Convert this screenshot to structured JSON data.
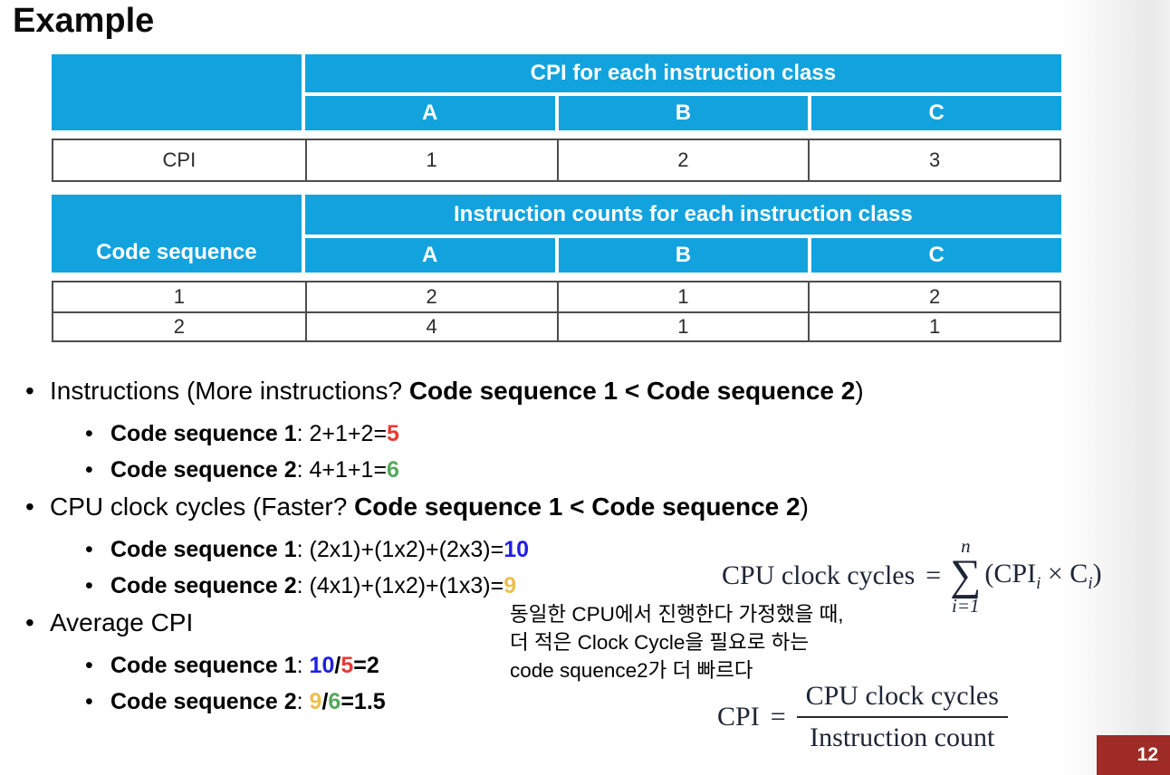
{
  "title": "Example",
  "cpi_table": {
    "span_header": "CPI for each instruction class",
    "col_headers": [
      "A",
      "B",
      "C"
    ],
    "row_label": "CPI",
    "values": [
      "1",
      "2",
      "3"
    ]
  },
  "counts_table": {
    "span_header": "Instruction counts for each instruction class",
    "left_header": "Code sequence",
    "col_headers": [
      "A",
      "B",
      "C"
    ],
    "rows": [
      {
        "label": "1",
        "values": [
          "2",
          "1",
          "2"
        ]
      },
      {
        "label": "2",
        "values": [
          "4",
          "1",
          "1"
        ]
      }
    ]
  },
  "bullets": {
    "b1": {
      "pre": "Instructions (More instructions? ",
      "bold": "Code sequence 1 < Code sequence 2",
      "post": ")"
    },
    "b1_s1": {
      "bold": "Code sequence 1",
      "mid": ": 2+1+2=",
      "result": "5"
    },
    "b1_s2": {
      "bold": "Code sequence 2",
      "mid": ": 4+1+1=",
      "result": "6"
    },
    "b2": {
      "pre": "CPU clock cycles (Faster? ",
      "bold": "Code sequence 1 < Code sequence 2",
      "post": ")"
    },
    "b2_s1": {
      "bold": "Code sequence 1",
      "mid": ": (2x1)+(1x2)+(2x3)=",
      "result": "10"
    },
    "b2_s2": {
      "bold": "Code sequence 2",
      "mid": ": (4x1)+(1x2)+(1x3)=",
      "result": "9"
    },
    "b3": {
      "pre": "Average CPI"
    },
    "b3_s1": {
      "bold": "Code sequence 1",
      "mid": ": ",
      "num": "10",
      "slash": "/",
      "den": "5",
      "eq": "=2"
    },
    "b3_s2": {
      "bold": "Code sequence 2",
      "mid": ": ",
      "num": "9",
      "slash": "/",
      "den": "6",
      "eq": "=1.5"
    }
  },
  "annotation_ko": {
    "line1": "동일한 CPU에서 진행한다 가정했을 때,",
    "line2": "더 적은 Clock Cycle을 필요로 하는",
    "line3": "code squence2가 더 빠르다"
  },
  "formula_sum": {
    "lhs": "CPU clock cycles",
    "eq": "=",
    "upper": "n",
    "sigma": "∑",
    "lower": "i=1",
    "open": "(CPI",
    "sub_i1": "i",
    "times": " × C",
    "sub_i2": "i",
    "close": ")"
  },
  "formula_cpi": {
    "lhs": "CPI",
    "eq": "=",
    "numerator": "CPU clock cycles",
    "denominator": "Instruction count"
  },
  "page_number": "12",
  "colors": {
    "table_blue": "#12a3de",
    "result_red": "#e93a2e",
    "result_green": "#55a85c",
    "result_blue": "#1e1ee4",
    "result_gold": "#edbf4d",
    "page_badge": "#9e2b26"
  }
}
